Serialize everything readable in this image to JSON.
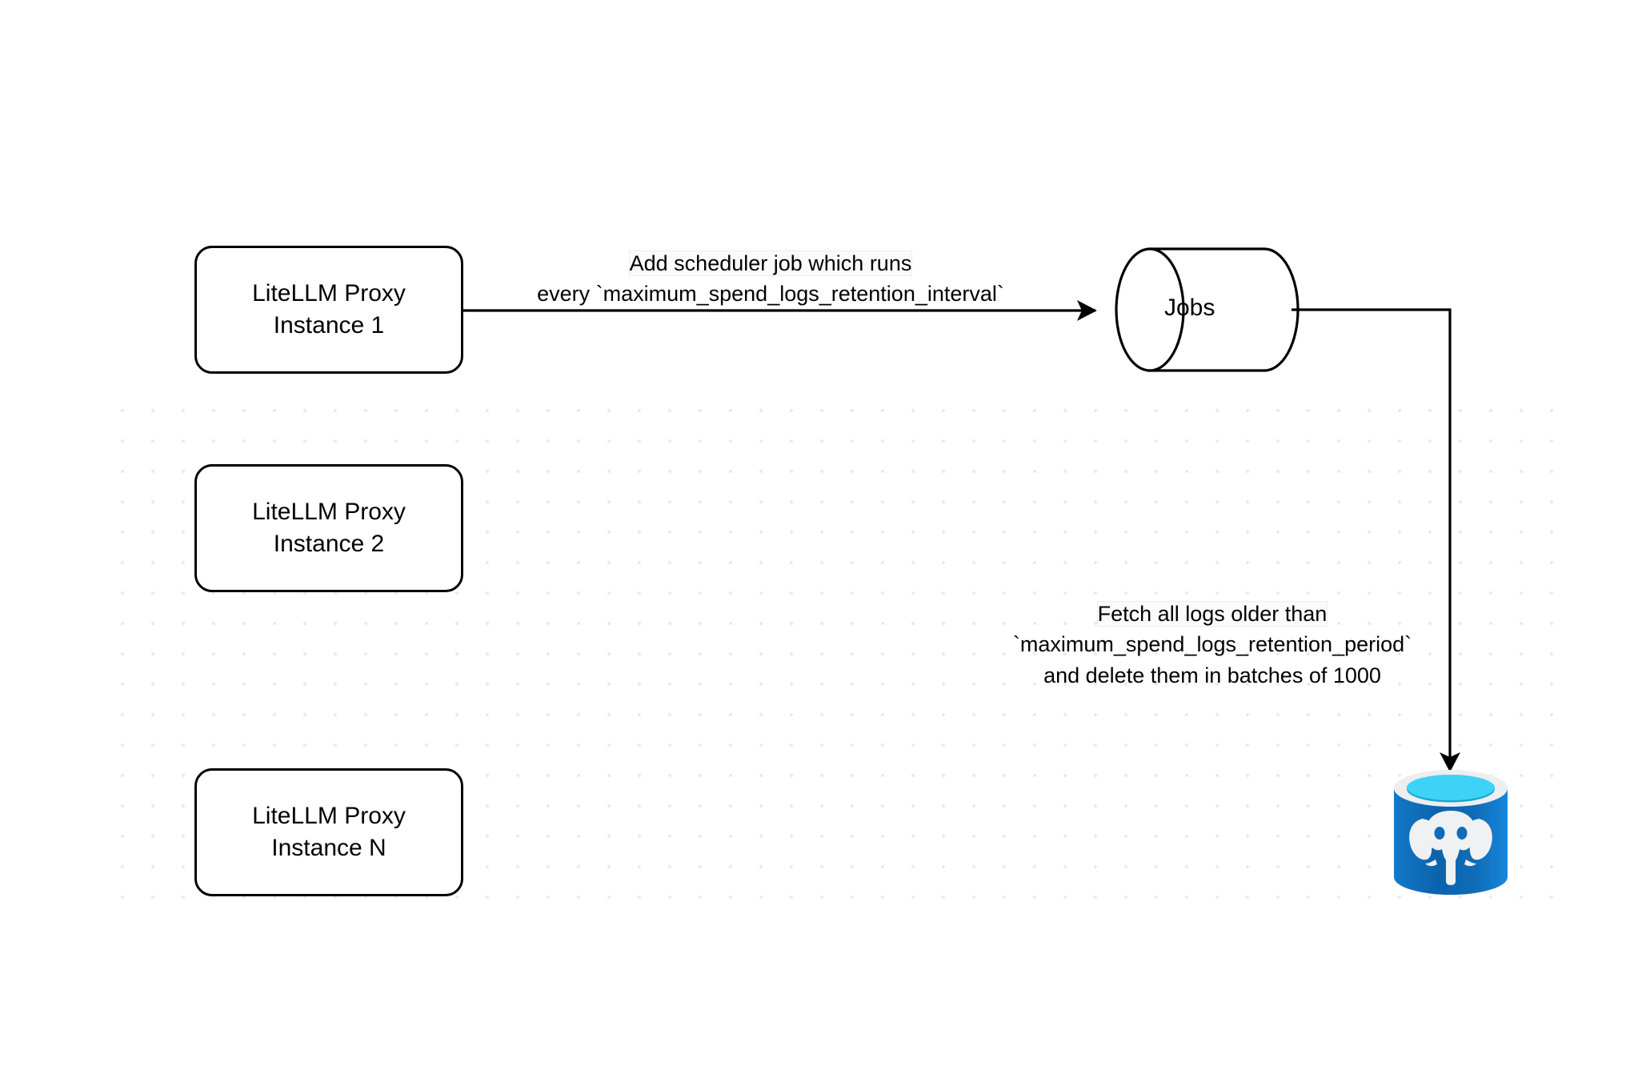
{
  "diagram": {
    "title": "LiteLLM spend logs retention scheduler flow",
    "background": {
      "page_color": "#ffffff",
      "dot_color": "#eaeaea"
    },
    "nodes": {
      "proxy_instances": [
        {
          "id": "proxy-1",
          "line1": "LiteLLM Proxy",
          "line2": "Instance 1"
        },
        {
          "id": "proxy-2",
          "line1": "LiteLLM Proxy",
          "line2": "Instance 2"
        },
        {
          "id": "proxy-n",
          "line1": "LiteLLM Proxy",
          "line2": "Instance N"
        }
      ],
      "jobs_store": {
        "id": "jobs",
        "label": "Jobs",
        "shape": "cylinder",
        "stroke": "#000000",
        "fill": "#ffffff"
      },
      "database": {
        "id": "postgres",
        "icon": "postgresql-database-icon",
        "label": "",
        "colors": {
          "body": "#0f6cb8",
          "body_light": "#1579c9",
          "rim": "#eceef0",
          "top_fill": "#3ed2f7",
          "top_shadow": "#1aa6cc",
          "elephant": "#f0f1f2"
        }
      }
    },
    "edges": [
      {
        "id": "edge-proxy1-to-jobs",
        "from": "proxy-1",
        "to": "jobs",
        "label_lines": [
          "Add scheduler job which runs",
          "every `maximum_spend_logs_retention_interval`"
        ],
        "highlight_segment": "Add scheduler",
        "stroke": "#000000"
      },
      {
        "id": "edge-jobs-to-postgres",
        "from": "jobs",
        "to": "postgres",
        "label_lines": [
          "Fetch all logs older than",
          "`maximum_spend_logs_retention_period`",
          "and delete them in batches of 1000"
        ],
        "highlight_segment": "Fetch all logs older than",
        "stroke": "#000000"
      }
    ]
  }
}
